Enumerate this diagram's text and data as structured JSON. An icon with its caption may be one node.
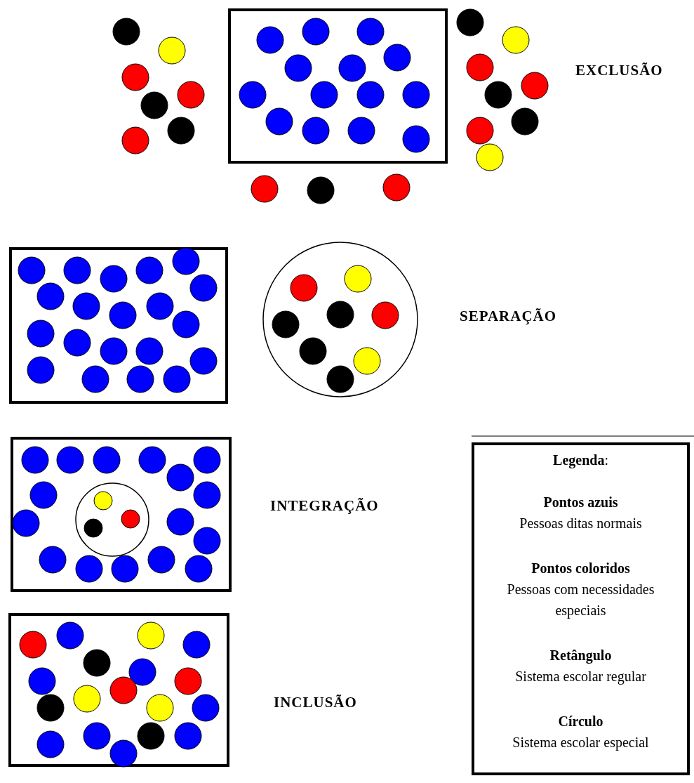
{
  "diagram": {
    "nodes": [
      {
        "text": [
          "**Legenda**:",
          "Pontos azuis",
          "Pessoas ditas normais",
          "Pontos coloridos",
          "Pessoas com necessidades especiais",
          "Retângulo",
          "Sistema escolar regular",
          "Círculo",
          "Sistema escolar especial"
        ]
      }
    ],
    "labels": [
      "EXCLUSÃO",
      "SEPARAÇÃO",
      "INTEGRAÇÃO",
      "INCLUSÃO"
    ]
  }
}
